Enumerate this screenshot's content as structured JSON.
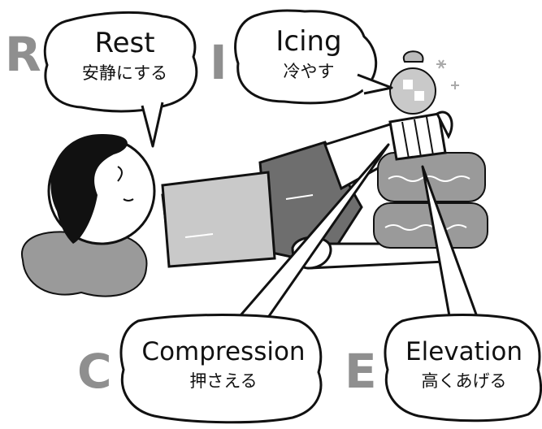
{
  "letters": {
    "r": "R",
    "i": "I",
    "c": "C",
    "e": "E"
  },
  "bubbles": {
    "rest": {
      "en": "Rest",
      "jp": "安静にする"
    },
    "icing": {
      "en": "Icing",
      "jp": "冷やす"
    },
    "compression": {
      "en": "Compression",
      "jp": "押さえる"
    },
    "elevation": {
      "en": "Elevation",
      "jp": "高くあげる"
    }
  },
  "colors": {
    "ink": "#111111",
    "light_gray": "#c9c9c9",
    "mid_gray": "#9a9a9a",
    "dark_gray": "#6e6e6e",
    "letter_gray": "#8f8f8f"
  }
}
